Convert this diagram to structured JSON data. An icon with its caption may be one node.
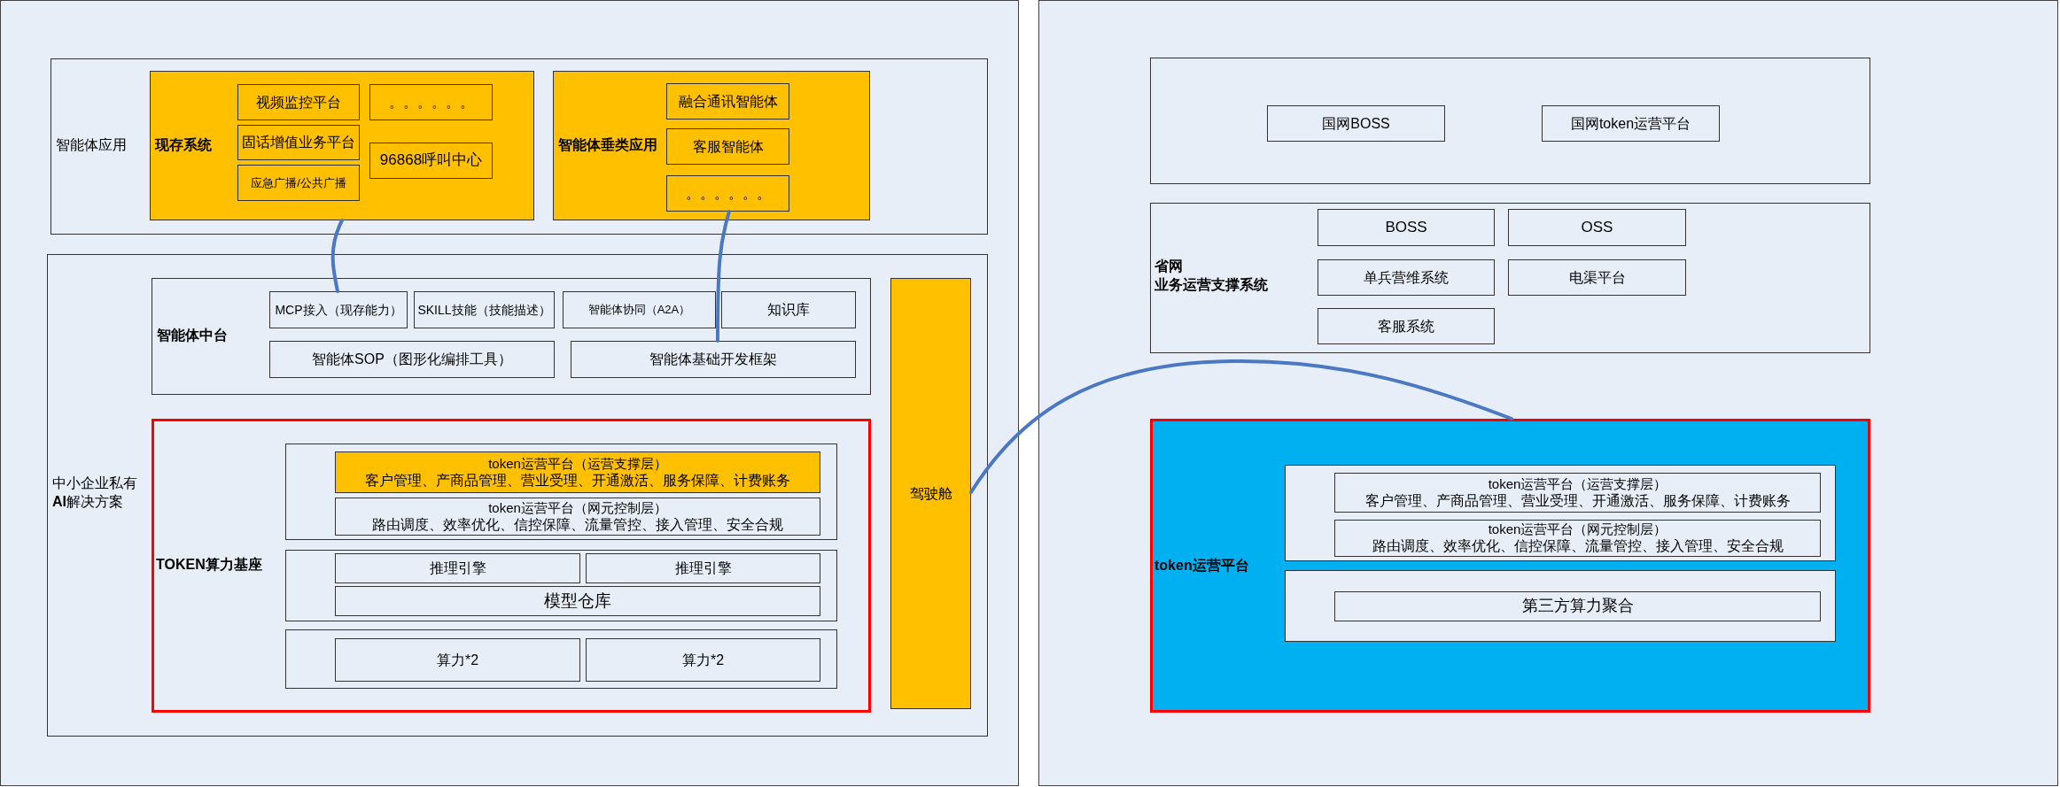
{
  "diagram": {
    "nodes": [
      {
        "text": [],
        "shape": "box"
      },
      {
        "text": [
          "智能体应用"
        ],
        "in": 0
      },
      {
        "text": [
          "现存系统"
        ],
        "in": 1
      },
      {
        "text": [
          "视频监控平台"
        ],
        "in": 2
      },
      {
        "text": [
          "固话增值业务平台"
        ],
        "in": 2
      },
      {
        "text": [
          "应急广播/公共广播"
        ],
        "in": 2
      },
      {
        "text": [
          "。。。。。。"
        ],
        "in": 2
      },
      {
        "text": [
          "96868呼叫中心"
        ],
        "in": 2
      },
      {
        "text": [
          "智能体垂类应用"
        ],
        "in": 1
      },
      {
        "text": [
          "融合通讯智能体"
        ],
        "in": 8
      },
      {
        "text": [
          "客服智能体"
        ],
        "in": 8
      },
      {
        "text": [
          "。。。。。。"
        ],
        "in": 8
      },
      {
        "text": [
          "中小企业私有**AI**解决方案"
        ],
        "in": 0
      },
      {
        "text": [
          "智能体中台"
        ],
        "in": 12
      },
      {
        "text": [
          "MCP接入（现存能力）"
        ],
        "in": 13
      },
      {
        "text": [
          "SKILL技能（技能描述）"
        ],
        "in": 13
      },
      {
        "text": [
          "智能体协同（A2A）"
        ],
        "in": 13
      },
      {
        "text": [
          "知识库"
        ],
        "in": 13
      },
      {
        "text": [
          "智能体SOP（图形化编排工具）"
        ],
        "in": 13
      },
      {
        "text": [
          "智能体基础开发框架"
        ],
        "in": 13
      },
      {
        "text": [
          "TOKEN算力基座"
        ],
        "in": 12
      },
      {
        "text": [],
        "shape": "box",
        "in": 20
      },
      {
        "text": [
          "token运营平台（运营支撑层）",
          "客户管理、产商品管理、营业受理、开通激活、服务保障、计费账务"
        ],
        "in": 21
      },
      {
        "text": [
          "token运营平台（网元控制层）",
          "路由调度、效率优化、信控保障、流量管控、接入管理、安全合规"
        ],
        "in": 21
      },
      {
        "text": [],
        "shape": "box",
        "in": 20
      },
      {
        "text": [
          "推理引擎"
        ],
        "in": 24
      },
      {
        "text": [
          "推理引擎"
        ],
        "in": 24
      },
      {
        "text": [
          "模型仓库"
        ],
        "in": 24
      },
      {
        "text": [],
        "shape": "box",
        "in": 20
      },
      {
        "text": [
          "算力*2"
        ],
        "in": 28
      },
      {
        "text": [
          "算力*2"
        ],
        "in": 28
      },
      {
        "text": [
          "驾驶舱"
        ],
        "in": 12
      },
      {
        "text": [],
        "shape": "box"
      },
      {
        "text": [],
        "shape": "box",
        "in": 32
      },
      {
        "text": [
          "国网BOSS"
        ],
        "in": 33
      },
      {
        "text": [
          "国网token运营平台"
        ],
        "in": 33
      },
      {
        "text": [
          "省网业务运营支撑系统"
        ],
        "in": 32
      },
      {
        "text": [
          "BOSS"
        ],
        "in": 36
      },
      {
        "text": [
          "OSS"
        ],
        "in": 36
      },
      {
        "text": [
          "单兵营维系统"
        ],
        "in": 36
      },
      {
        "text": [
          "电渠平台"
        ],
        "in": 36
      },
      {
        "text": [
          "客服系统"
        ],
        "in": 36
      },
      {
        "text": [
          "token运营平台"
        ],
        "in": 32
      },
      {
        "text": [],
        "shape": "box",
        "in": 42
      },
      {
        "text": [
          "token运营平台（运营支撑层）",
          "客户管理、产商品管理、营业受理、开通激活、服务保障、计费账务"
        ],
        "in": 43
      },
      {
        "text": [
          "token运营平台（网元控制层）",
          "路由调度、效率优化、信控保障、流量管控、接入管理、安全合规"
        ],
        "in": 43
      },
      {
        "text": [],
        "shape": "box",
        "in": 42
      },
      {
        "text": [
          "第三方算力聚合"
        ],
        "in": 46
      }
    ],
    "edges": [
      {
        "from": 2,
        "to": 14,
        "arrow": "none"
      },
      {
        "from": 11,
        "to": 19,
        "arrow": "none"
      },
      {
        "from": 31,
        "to": 42,
        "arrow": "none"
      }
    ]
  }
}
